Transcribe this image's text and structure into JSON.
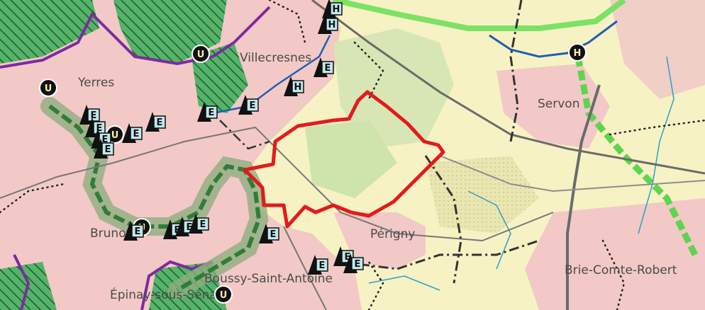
{
  "map": {
    "places": [
      {
        "id": "yerres",
        "label": "Yerres"
      },
      {
        "id": "villecresnes",
        "label": "Villecresnes"
      },
      {
        "id": "servon",
        "label": "Servon"
      },
      {
        "id": "perigny",
        "label": "Périgny"
      },
      {
        "id": "brunoy",
        "label": "Brunoy"
      },
      {
        "id": "boussy",
        "label": "Boussy-Saint-Antoine"
      },
      {
        "id": "epinay",
        "label": "Épinay-sous-Sénart"
      },
      {
        "id": "brie",
        "label": "Brie-Comte-Robert"
      }
    ],
    "symbol_letters": {
      "e": "E",
      "h": "H",
      "u": "U"
    },
    "colors": {
      "urban": "#f2c9c6",
      "rural": "#f6f2c4",
      "green_dark": "#2f7d3a",
      "green_light": "#7ad36a",
      "forest_hatch": "#3a8f49",
      "purple_boundary": "#7e2aa0",
      "study_area": "#e31a1c",
      "water": "#1f5fb0",
      "road": "#666666"
    }
  }
}
